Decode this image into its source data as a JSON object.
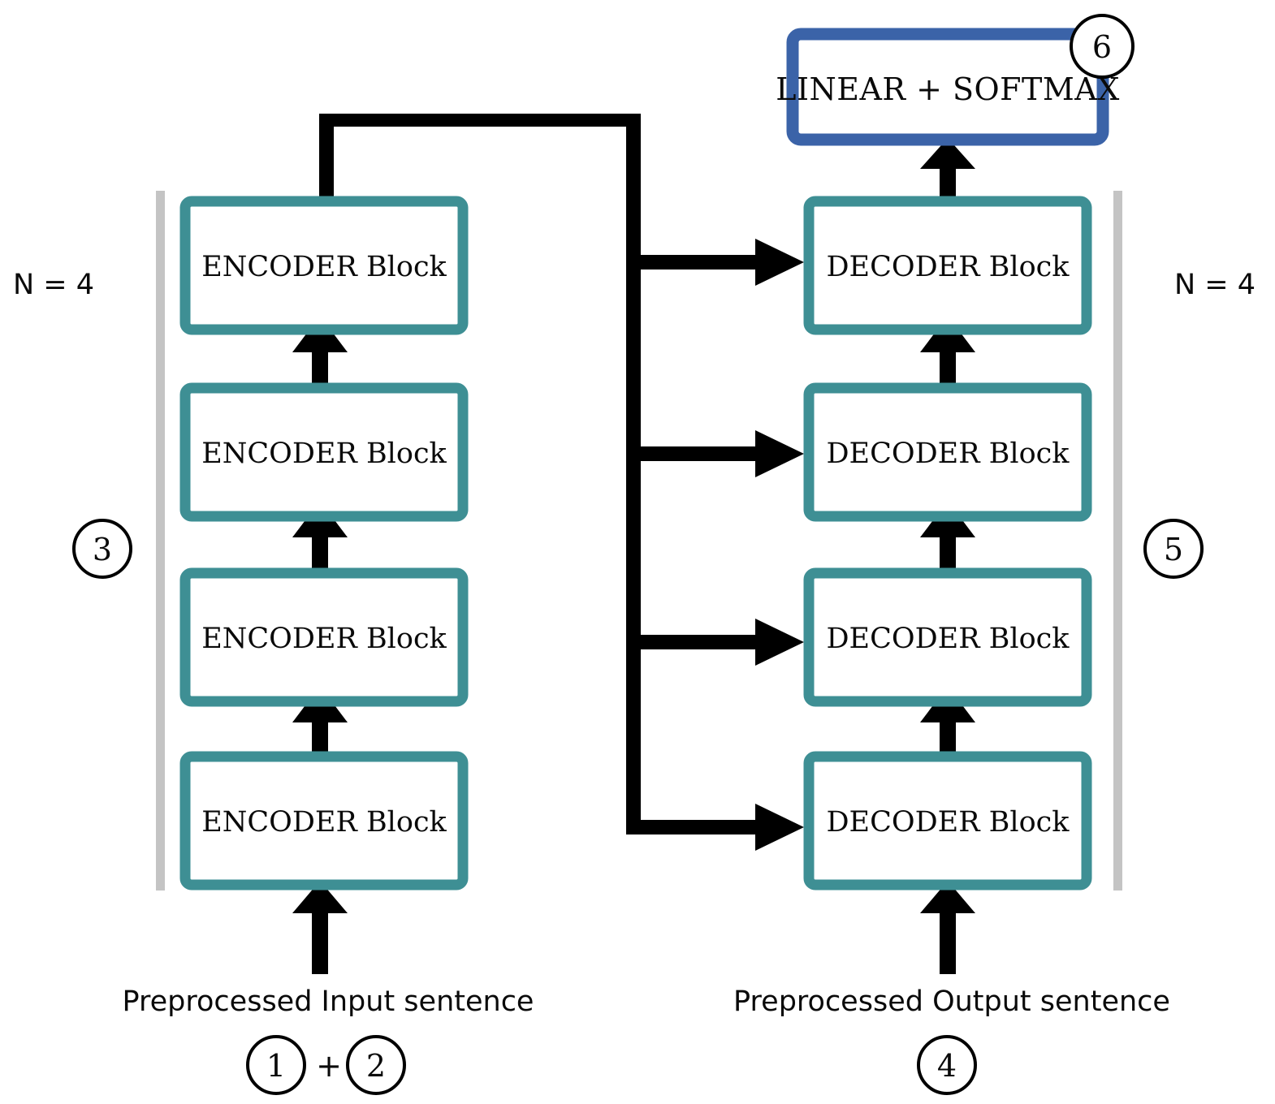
{
  "diagram": {
    "title": "Transformer encoder-decoder architecture",
    "colors": {
      "encoder_border": "#3E8F94",
      "decoder_border": "#3E8F94",
      "linear_border": "#3B63A8",
      "arrow": "#000000",
      "stack_bar": "#C4C4C4",
      "background": "#FFFFFF",
      "text": "#0A0A0A"
    }
  },
  "encoder_stack": {
    "bracket_label": "N = 4",
    "badge": "3",
    "blocks": [
      {
        "label": "ENCODER Block"
      },
      {
        "label": "ENCODER Block"
      },
      {
        "label": "ENCODER Block"
      },
      {
        "label": "ENCODER Block"
      }
    ],
    "input_caption": "Preprocessed Input sentence",
    "input_badges": [
      "1",
      "2"
    ],
    "input_badge_operator": "+"
  },
  "decoder_stack": {
    "bracket_label": "N = 4",
    "badge": "5",
    "blocks": [
      {
        "label": "DECODER Block"
      },
      {
        "label": "DECODER Block"
      },
      {
        "label": "DECODER Block"
      },
      {
        "label": "DECODER Block"
      }
    ],
    "input_caption": "Preprocessed Output sentence",
    "input_badges": [
      "4"
    ]
  },
  "output_head": {
    "label": "LINEAR + SOFTMAX",
    "badge": "6"
  }
}
